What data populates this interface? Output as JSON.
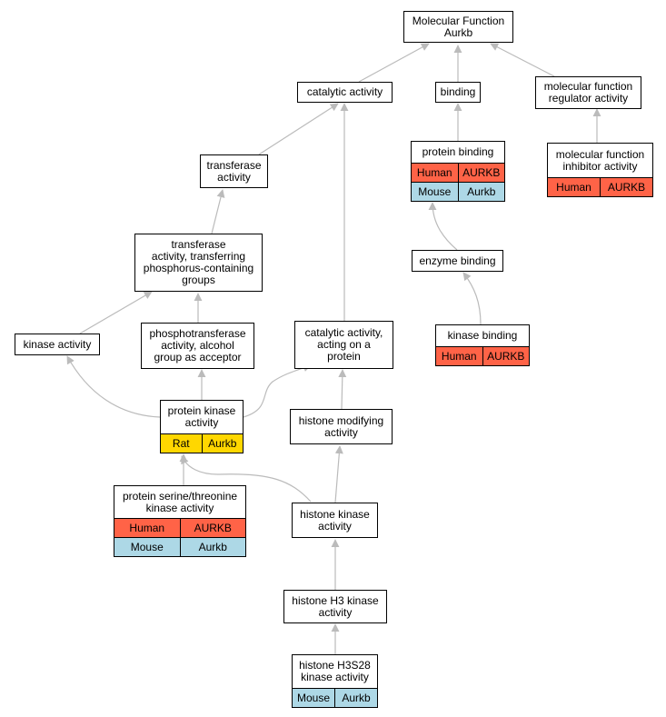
{
  "colors": {
    "human": "#FF6347",
    "mouse": "#ADD8E6",
    "rat": "#FFD700",
    "edge": "#BBBBBB"
  },
  "nodes": {
    "mf": {
      "label": "Molecular Function\nAurkb"
    },
    "catalytic": {
      "label": "catalytic activity"
    },
    "binding": {
      "label": "binding"
    },
    "mfreg": {
      "label": "molecular function\nregulator activity"
    },
    "transferase": {
      "label": "transferase\nactivity"
    },
    "protbinding": {
      "label": "protein binding",
      "rows": [
        [
          "Human",
          "AURKB",
          "human"
        ],
        [
          "Mouse",
          "Aurkb",
          "mouse"
        ]
      ]
    },
    "mfinhib": {
      "label": "molecular function\ninhibitor activity",
      "rows": [
        [
          "Human",
          "AURKB",
          "human"
        ]
      ]
    },
    "transphos": {
      "label": "transferase\nactivity, transferring\nphosphorus-containing\ngroups"
    },
    "enzymebinding": {
      "label": "enzyme binding"
    },
    "kinase": {
      "label": "kinase activity"
    },
    "phosphotrans": {
      "label": "phosphotransferase\nactivity, alcohol\ngroup as acceptor"
    },
    "catprot": {
      "label": "catalytic activity,\nacting on a\nprotein"
    },
    "kinasebinding": {
      "label": "kinase binding",
      "rows": [
        [
          "Human",
          "AURKB",
          "human"
        ]
      ]
    },
    "protkinase": {
      "label": "protein kinase\nactivity",
      "rows": [
        [
          "Rat",
          "Aurkb",
          "rat"
        ]
      ]
    },
    "histmod": {
      "label": "histone modifying\nactivity"
    },
    "serthr": {
      "label": "protein serine/threonine\nkinase activity",
      "rows": [
        [
          "Human",
          "AURKB",
          "human"
        ],
        [
          "Mouse",
          "Aurkb",
          "mouse"
        ]
      ]
    },
    "histkinase": {
      "label": "histone kinase\nactivity"
    },
    "h3kinase": {
      "label": "histone H3 kinase\nactivity"
    },
    "h3s28": {
      "label": "histone H3S28\nkinase activity",
      "rows": [
        [
          "Mouse",
          "Aurkb",
          "mouse"
        ]
      ]
    }
  }
}
